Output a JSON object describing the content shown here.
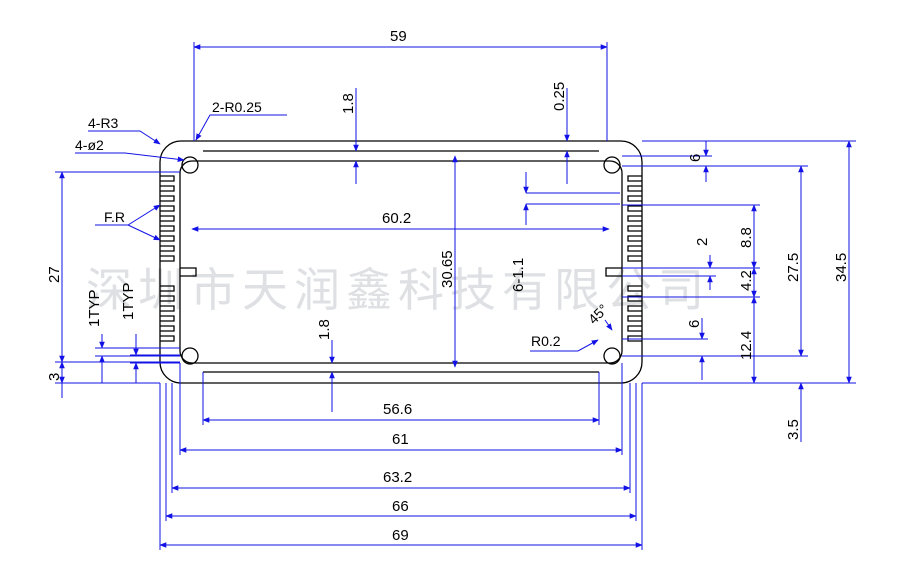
{
  "colors": {
    "outline": "#000000",
    "dimension": "#1212e6",
    "text": "#000000",
    "watermark": "#c9ccd2"
  },
  "watermark": "深圳市天润鑫科技有限公司",
  "dims": {
    "top_width": "59",
    "inner_width_60_2": "60.2",
    "bottom_56_6": "56.6",
    "bottom_61": "61",
    "bottom_63_2": "63.2",
    "bottom_66": "66",
    "bottom_69": "69",
    "thick_top": "1.8",
    "thick_bottom": "1.8",
    "gap_0_25": "0.25",
    "inner_h_30_65": "30.65",
    "slot_6_1_1": "6-1.1",
    "left_27": "27",
    "left_3": "3",
    "typ_1a": "1TYP",
    "typ_1b": "1TYP",
    "right_6_top": "6",
    "right_8_8": "8.8",
    "right_2": "2",
    "right_4_2": "4.2",
    "right_6_low": "6",
    "right_12_4": "12.4",
    "right_27_5": "27.5",
    "right_34_5": "34.5",
    "right_3_5": "3.5",
    "angle_45": "45°"
  },
  "notes": {
    "r3": "4-R3",
    "phi2": "4-ø2",
    "r025": "2-R0.25",
    "fr": "F.R",
    "r02": "R0.2"
  }
}
